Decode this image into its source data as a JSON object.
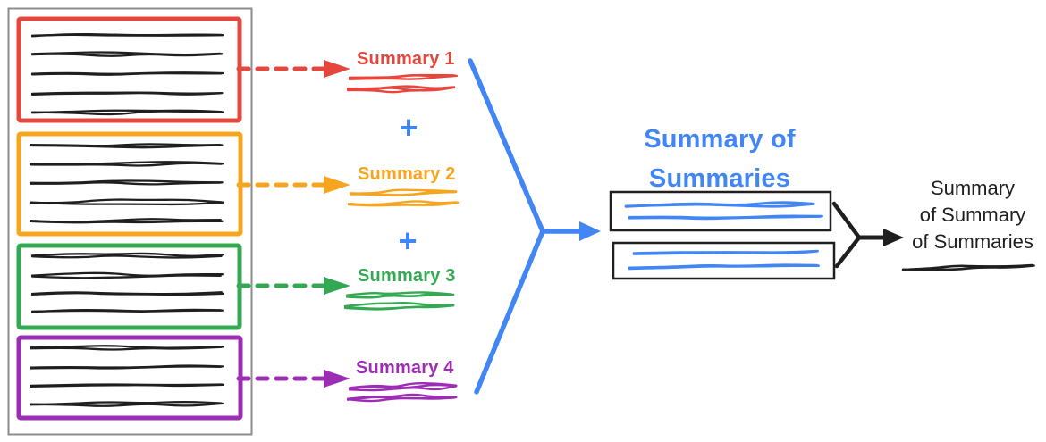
{
  "colors": {
    "red": "#E5473D",
    "orange": "#F7A41E",
    "green": "#34A853",
    "purple": "#9D2DB4",
    "blue": "#4285F4",
    "ink": "#1f1f1f",
    "container_border": "#8C8C8C"
  },
  "left_document": {
    "sections": [
      {
        "name": "section-1",
        "color": "#E5473D",
        "text_lines": 5
      },
      {
        "name": "section-2",
        "color": "#F7A41E",
        "text_lines": 5
      },
      {
        "name": "section-3",
        "color": "#34A853",
        "text_lines": 4
      },
      {
        "name": "section-4",
        "color": "#9D2DB4",
        "text_lines": 4
      }
    ]
  },
  "summaries": [
    {
      "label": "Summary 1",
      "color": "#E5473D"
    },
    {
      "label": "Summary 2",
      "color": "#F7A41E"
    },
    {
      "label": "Summary 3",
      "color": "#34A853"
    },
    {
      "label": "Summary 4",
      "color": "#9D2DB4"
    }
  ],
  "plus_sign": "+",
  "summary_of_summaries": {
    "title_line1": "Summary of",
    "title_line2": "Summaries",
    "boxes": 2
  },
  "final_summary": {
    "line1": "Summary",
    "line2": "of Summary",
    "line3": "of Summaries"
  }
}
